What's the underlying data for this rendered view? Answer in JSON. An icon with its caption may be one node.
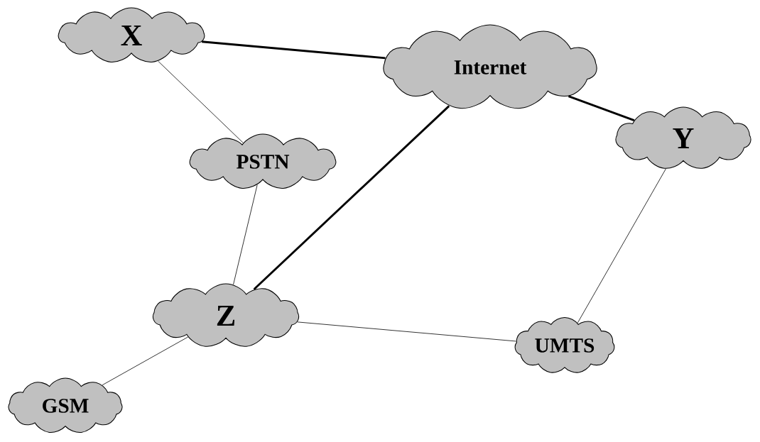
{
  "diagram": {
    "nodes": [
      {
        "text": [
          "X"
        ]
      },
      {
        "text": [
          "Internet"
        ]
      },
      {
        "text": [
          "Y"
        ]
      },
      {
        "text": [
          "PSTN"
        ]
      },
      {
        "text": [
          "Z"
        ]
      },
      {
        "text": [
          "UMTS"
        ]
      },
      {
        "text": [
          "GSM"
        ]
      }
    ],
    "edges": [
      {
        "from": 0,
        "to": 1,
        "arrow": "none",
        "style": "thick"
      },
      {
        "from": 0,
        "to": 3,
        "arrow": "none"
      },
      {
        "from": 1,
        "to": 2,
        "arrow": "none",
        "style": "thick"
      },
      {
        "from": 1,
        "to": 4,
        "arrow": "none",
        "style": "thick"
      },
      {
        "from": 3,
        "to": 4,
        "arrow": "none"
      },
      {
        "from": 4,
        "to": 5,
        "arrow": "none"
      },
      {
        "from": 2,
        "to": 5,
        "arrow": "none"
      },
      {
        "from": 4,
        "to": 6,
        "arrow": "none"
      }
    ]
  }
}
